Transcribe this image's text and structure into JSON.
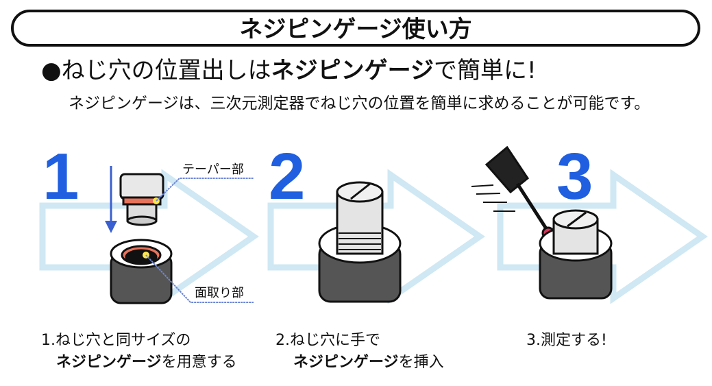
{
  "title": "ネジピンゲージ使い方",
  "headline": {
    "bullet": "●",
    "part1": "ねじ穴の位置出しは",
    "bold": "ネジピンゲージ",
    "part2": "で簡単に!"
  },
  "subtitle": "ネジピンゲージは、三次元測定器でねじ穴の位置を簡単に求めることが可能です。",
  "steps": [
    {
      "number": "1",
      "line1": "1.ねじ穴と同サイズの",
      "bold": "ネジピンゲージ",
      "rest": "を用意する",
      "labels": {
        "taper": "テーパー部",
        "chamfer": "面取り部"
      }
    },
    {
      "number": "2",
      "line1": "2.ねじ穴に手で",
      "bold": "ネジピンゲージ",
      "rest": "を挿入"
    },
    {
      "number": "3",
      "line1": "3.測定する!"
    }
  ],
  "colors": {
    "accent": "#1f5fe0",
    "arrow": "#cfe8f3",
    "taper": "#e8735a",
    "block": "#555555"
  }
}
